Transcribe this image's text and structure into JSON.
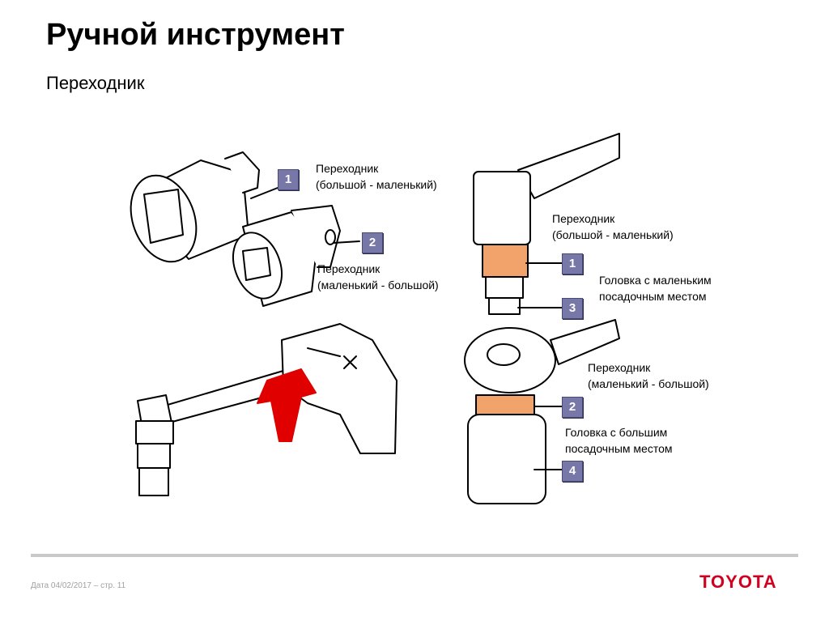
{
  "header": {
    "title": "Ручной инструмент",
    "subtitle": "Переходник"
  },
  "captions": [
    {
      "text": "Переходник\n(большой - маленький)"
    },
    {
      "text": "Переходник\n(маленький - большой)"
    },
    {
      "text": "Переходник\n(большой - маленький)"
    },
    {
      "text": "Головка с маленьким\nпосадочным местом"
    },
    {
      "text": "Переходник\n(маленький - большой)"
    },
    {
      "text": "Головка с большим\nпосадочным местом"
    }
  ],
  "badges": [
    "1",
    "2",
    "1",
    "3",
    "2",
    "4"
  ],
  "colors": {
    "badge": "#7878a8",
    "adapter_highlight": "#f2a36b",
    "arrow": "#e00000",
    "brand": "#d0001e"
  },
  "footer": {
    "text": "Дата 04/02/2017 – стр. 11",
    "logo": "TOYOTA"
  }
}
